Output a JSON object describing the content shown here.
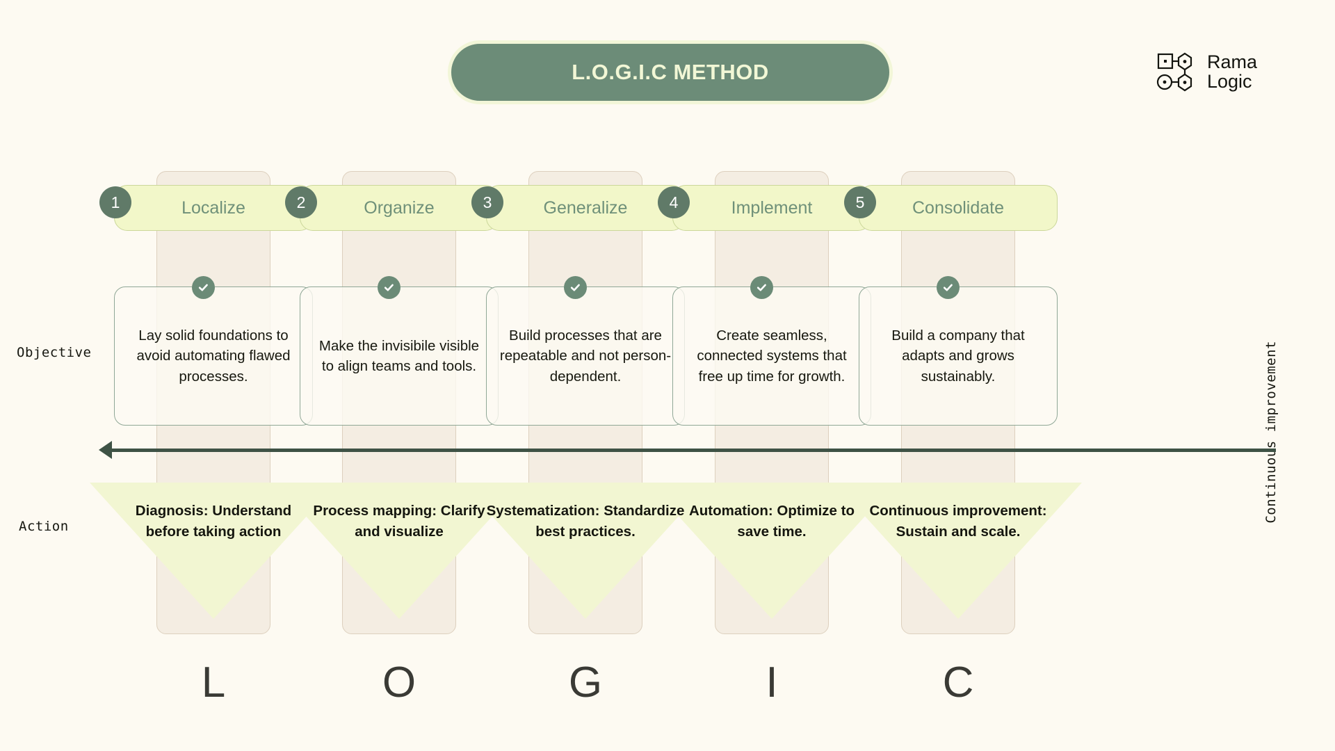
{
  "header": {
    "title": "L.O.G.I.C METHOD",
    "brand_line1": "Rama",
    "brand_line2": "Logic"
  },
  "axis": {
    "row_objective": "Objective",
    "row_action": "Action",
    "vertical_right": "Continuous improvement"
  },
  "colors": {
    "background": "#FDFAF2",
    "accent_green": "#6C8C78",
    "badge_green": "#607A68",
    "pale_lime": "#F2F7C9",
    "funnel_lime": "#F2F6D2",
    "column_beige": "#F4EDE2",
    "card_border": "#8FA796",
    "arrow": "#3E5245",
    "text_dark": "#15160F",
    "letter_gray": "#3A3A35"
  },
  "steps": [
    {
      "number": "1",
      "label": "Localize",
      "letter": "L",
      "objective": "Lay solid foundations to avoid automating flawed processes.",
      "action": "Diagnosis: Understand before taking action"
    },
    {
      "number": "2",
      "label": "Organize",
      "letter": "O",
      "objective": "Make the invisibile visible to align teams and tools.",
      "action": "Process mapping: Clarify and visualize"
    },
    {
      "number": "3",
      "label": "Generalize",
      "letter": "G",
      "objective": "Build processes that are repeatable and not person-dependent.",
      "action": "Systematization: Standardize best practices."
    },
    {
      "number": "4",
      "label": "Implement",
      "letter": "I",
      "objective": "Create seamless, connected systems that free up time for growth.",
      "action": "Automation: Optimize to save time."
    },
    {
      "number": "5",
      "label": "Consolidate",
      "letter": "C",
      "objective": "Build a company that adapts and grows sustainably.",
      "action": "Continuous improvement: Sustain and scale."
    }
  ]
}
